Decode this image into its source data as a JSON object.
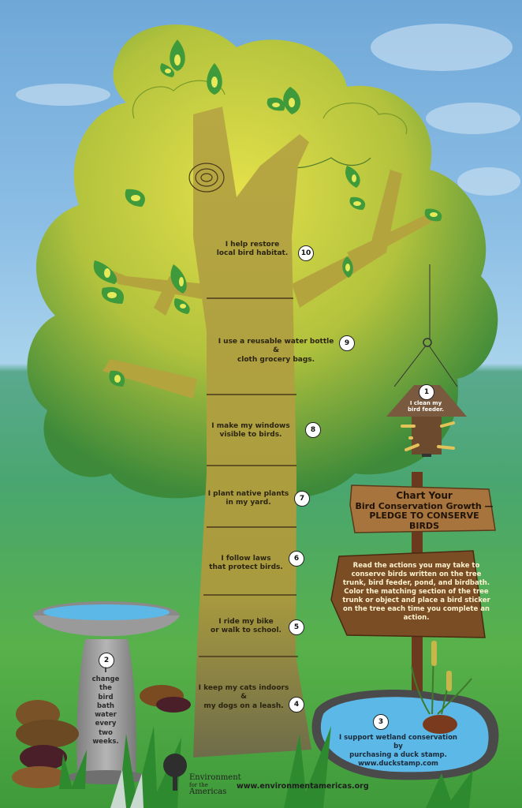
{
  "pledges": [
    {
      "num": "10",
      "text": "I help restore\nlocal bird habitat."
    },
    {
      "num": "9",
      "text": "I use a reusable water bottle\n&\ncloth grocery bags."
    },
    {
      "num": "8",
      "text": "I make my windows\nvisible to birds."
    },
    {
      "num": "7",
      "text": "I plant native plants\nin my yard."
    },
    {
      "num": "6",
      "text": "I follow laws\nthat protect birds."
    },
    {
      "num": "5",
      "text": "I ride my bike\nor walk to school."
    },
    {
      "num": "4",
      "text": "I keep my cats indoors\n&\nmy dogs on a leash."
    }
  ],
  "feeder": {
    "num": "1",
    "text": "I clean my\nbird feeder."
  },
  "birdbath": {
    "num": "2",
    "text": "I\nchange\nthe\nbird bath\nwater\nevery\ntwo\nweeks."
  },
  "pond": {
    "num": "3",
    "text": "I support wetland conservation by\npurchasing a duck stamp.\nwww.duckstamp.com"
  },
  "sign": {
    "title_line1": "Chart Your",
    "title_line2": "Bird Conservation Growth —",
    "title_line3": "PLEDGE TO CONSERVE BIRDS",
    "instructions": "Read the actions you may take to conserve birds written on the tree trunk, bird feeder, pond, and birdbath. Color the matching section of the tree trunk or object and place a bird sticker on the tree each time you complete an action."
  },
  "footer": {
    "org_line1": "Environment",
    "org_line2": "for the",
    "org_line3": "Americas",
    "website": "www.environmentamericas.org"
  },
  "colors": {
    "canopy": "#c9cf3a",
    "trunk": "#b4a43d",
    "sign_wood": "#8a5a2b",
    "pond": "#5cb8e6",
    "leaf": "#3e9a3a"
  }
}
